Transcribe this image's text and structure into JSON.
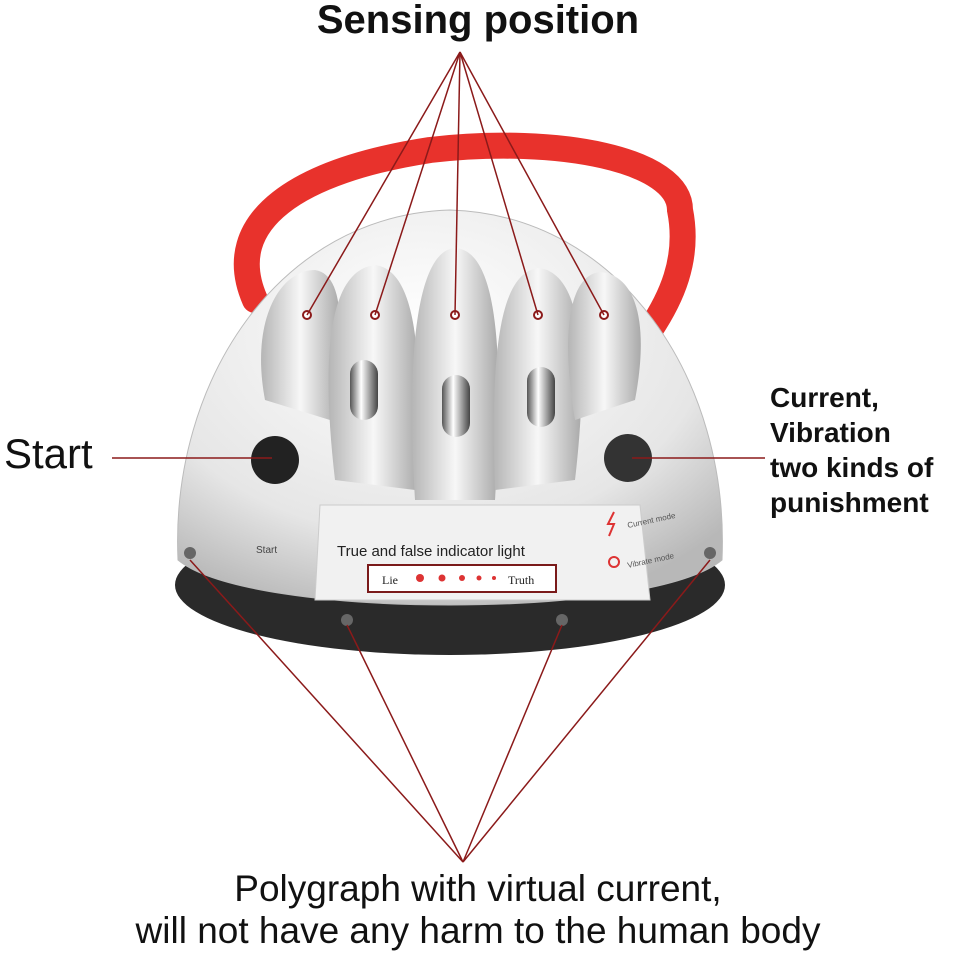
{
  "title": "Sensing position",
  "start_label": "Start",
  "punishment_label": [
    "Current,",
    "Vibration",
    "two kinds of",
    "punishment"
  ],
  "bottom_caption": [
    "Polygraph with virtual current,",
    "will not have any harm to the human body"
  ],
  "device": {
    "start_text": "Start",
    "indicator_title": "True and false indicator light",
    "lie": "Lie",
    "truth": "Truth",
    "current_mode": "Current mode",
    "vibrate_mode": "Vibrate mode"
  },
  "colors": {
    "strap": "#e8322c",
    "pointer_line": "#8b1a1a",
    "body": "#ececec",
    "base": "#2a2a2a"
  }
}
